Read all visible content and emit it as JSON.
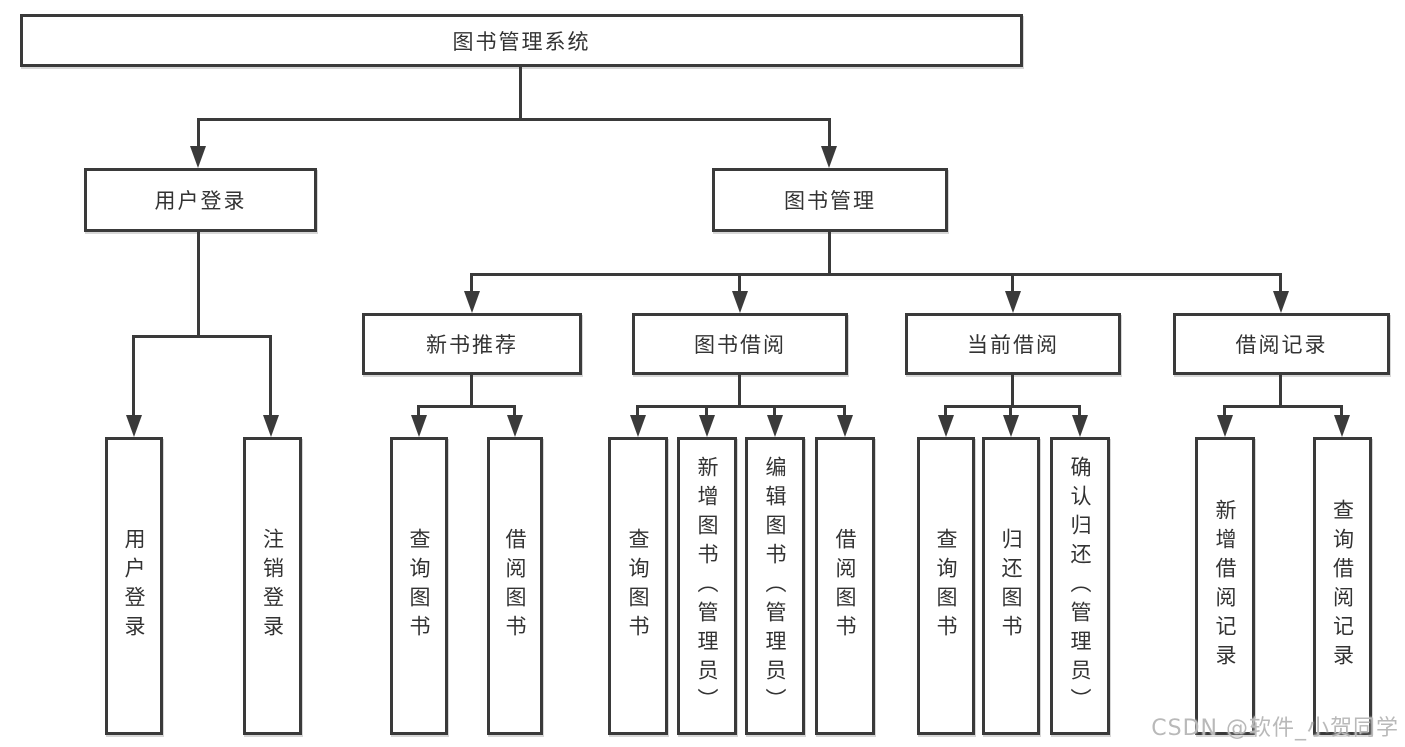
{
  "colors": {
    "line": "#3a3a3a",
    "text": "#333333",
    "background": "#ffffff",
    "watermark": "#b9b9b9"
  },
  "watermark": {
    "text": "CSDN @软件_小贺同学"
  },
  "tree": {
    "root": {
      "label": "图书管理系统"
    },
    "branches": [
      {
        "label": "用户登录",
        "children": [
          {
            "label": "用户登录"
          },
          {
            "label": "注销登录"
          }
        ]
      },
      {
        "label": "图书管理",
        "children": [
          {
            "label": "新书推荐",
            "children": [
              {
                "label": "查询图书"
              },
              {
                "label": "借阅图书"
              }
            ]
          },
          {
            "label": "图书借阅",
            "children": [
              {
                "label": "查询图书"
              },
              {
                "label": "新增图书（管理员）"
              },
              {
                "label": "编辑图书（管理员）"
              },
              {
                "label": "借阅图书"
              }
            ]
          },
          {
            "label": "当前借阅",
            "children": [
              {
                "label": "查询图书"
              },
              {
                "label": "归还图书"
              },
              {
                "label": "确认归还（管理员）"
              }
            ]
          },
          {
            "label": "借阅记录",
            "children": [
              {
                "label": "新增借阅记录"
              },
              {
                "label": "查询借阅记录"
              }
            ]
          }
        ]
      }
    ]
  }
}
